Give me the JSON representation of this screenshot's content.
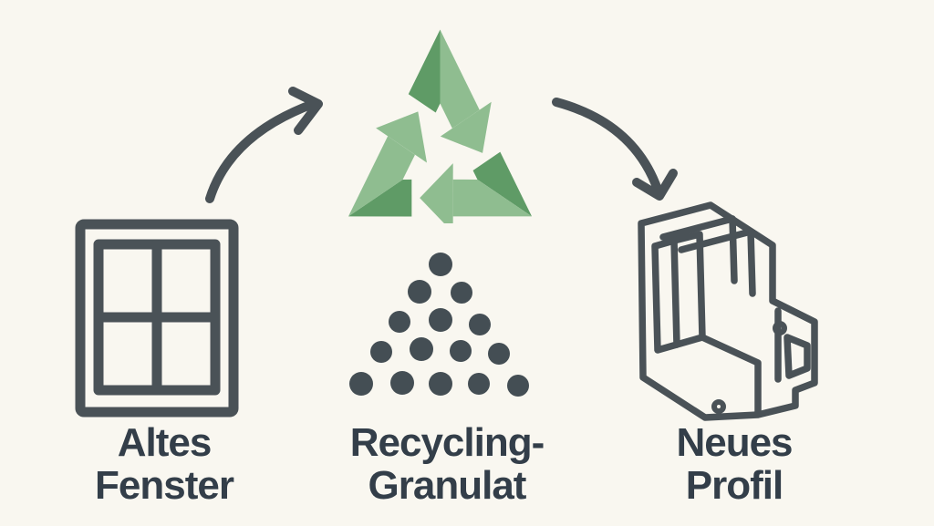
{
  "colors": {
    "background": "#f9f7f0",
    "green_dark": "#5f9b66",
    "green_light": "#8fbd90",
    "ink": "#4a5257",
    "text": "#333e49",
    "dots": "#444e54"
  },
  "diagram": {
    "type": "process-flow",
    "center_icon": "recycling-symbol-icon",
    "steps": [
      {
        "icon": "old-window-icon",
        "label_line1": "Altes",
        "label_line2": "Fenster"
      },
      {
        "icon": "granulate-dots-icon",
        "label_line1": "Recycling-",
        "label_line2": "Granulat"
      },
      {
        "icon": "new-profile-icon",
        "label_line1": "Neues",
        "label_line2": "Profil"
      }
    ],
    "arrows": [
      {
        "name": "arrow-old-window-to-recycling",
        "direction": "up-right"
      },
      {
        "name": "arrow-recycling-to-new-profile",
        "direction": "down-right"
      }
    ],
    "granulate_dots": [
      [
        105,
        22,
        13
      ],
      [
        82,
        52,
        13
      ],
      [
        128,
        53,
        12
      ],
      [
        60,
        85,
        12
      ],
      [
        105,
        83,
        13
      ],
      [
        148,
        88,
        12
      ],
      [
        40,
        118,
        12
      ],
      [
        84,
        115,
        13
      ],
      [
        127,
        117,
        12
      ],
      [
        169,
        120,
        12
      ],
      [
        18,
        153,
        13
      ],
      [
        63,
        152,
        13
      ],
      [
        105,
        153,
        13
      ],
      [
        147,
        153,
        12
      ],
      [
        190,
        155,
        12
      ]
    ]
  }
}
